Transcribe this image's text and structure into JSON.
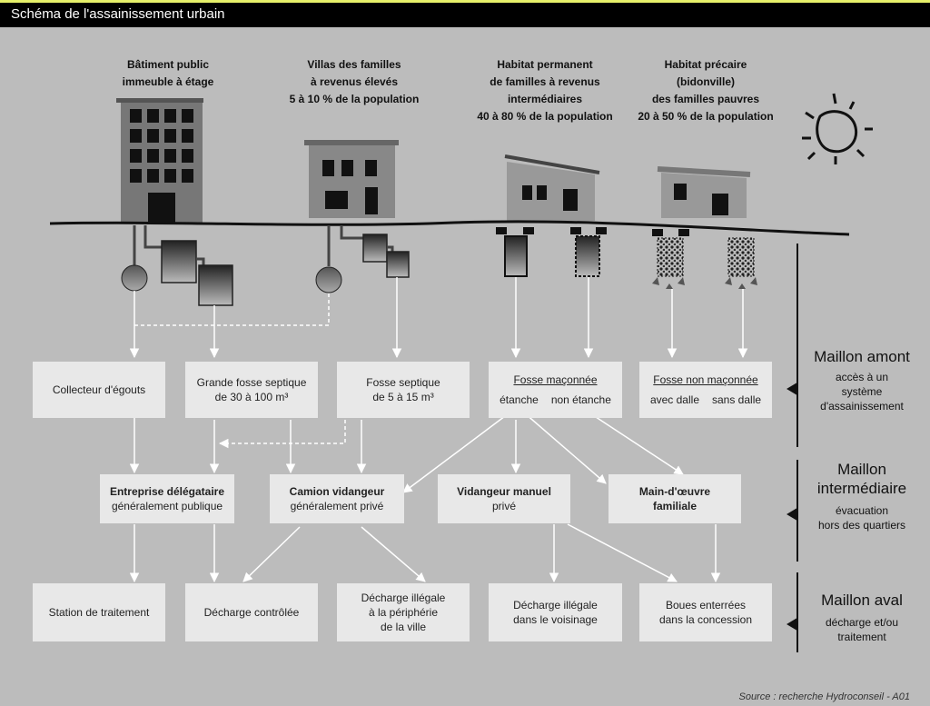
{
  "title": "Schéma de l'assainissement urbain",
  "source": "Source : recherche Hydroconseil - A01",
  "headers": {
    "public": [
      "Bâtiment public",
      "immeuble à étage"
    ],
    "villas": [
      "Villas des familles",
      "à revenus élevés",
      "5 à 10 % de la population"
    ],
    "permanent": [
      "Habitat permanent",
      "de familles à revenus",
      "intermédiaires",
      "40 à 80 % de la population"
    ],
    "precaire": [
      "Habitat précaire",
      "(bidonville)",
      "des familles pauvres",
      "20 à 50 % de la population"
    ]
  },
  "amont": {
    "collecteur": "Collecteur d'égouts",
    "grande_fosse": [
      "Grande fosse septique",
      "de 30 à 100 m³"
    ],
    "fosse_septique": [
      "Fosse septique",
      "de 5 à 15 m³"
    ],
    "fosse_maconnee": {
      "title": "Fosse maçonnée",
      "left": "étanche",
      "right": "non étanche"
    },
    "fosse_non_maconnee": {
      "title": "Fosse non maçonnée",
      "left": "avec dalle",
      "right": "sans dalle"
    }
  },
  "intermediaire": {
    "entreprise": {
      "title": "Entreprise délégataire",
      "sub": "généralement publique"
    },
    "camion": {
      "title": "Camion vidangeur",
      "sub": "généralement privé"
    },
    "vidangeur": {
      "title": "Vidangeur manuel",
      "sub": "privé"
    },
    "main": {
      "title": "Main-d'œuvre",
      "sub": "familiale"
    }
  },
  "aval": {
    "station": "Station de traitement",
    "decharge_controlee": "Décharge contrôlée",
    "decharge_illegale_periph": [
      "Décharge illégale",
      "à la périphérie",
      "de la ville"
    ],
    "decharge_illegale_voisinage": [
      "Décharge illégale",
      "dans le voisinage"
    ],
    "boues": [
      "Boues enterrées",
      "dans la concession"
    ]
  },
  "maillons": {
    "amont": {
      "title": "Maillon amont",
      "desc": [
        "accès à un",
        "système",
        "d'assainissement"
      ]
    },
    "intermediaire": {
      "title": [
        "Maillon",
        "intermédiaire"
      ],
      "desc": [
        "évacuation",
        "hors des quartiers"
      ]
    },
    "aval": {
      "title": "Maillon aval",
      "desc": [
        "décharge et/ou",
        "traitement"
      ]
    }
  },
  "colors": {
    "background": "#bcbcbc",
    "box": "#e8e8e8",
    "title_bar": "#000000",
    "arrow": "#ffffff",
    "border": "#e6f06a"
  }
}
